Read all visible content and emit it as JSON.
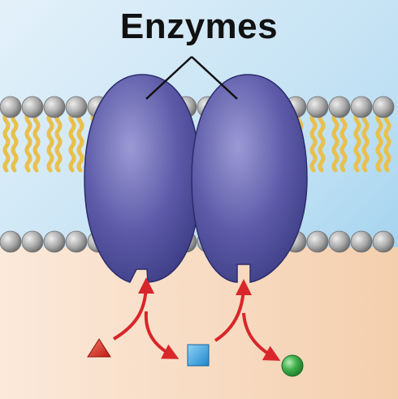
{
  "title": "Enzymes",
  "membrane": {
    "lipid_color": "#e9c04c",
    "head_color": "#9c9c9c"
  },
  "enzymes": {
    "count": 2,
    "color": "#5a5aa6"
  },
  "background": {
    "outside_color": "#aed6ee",
    "inside_color": "#f6d7bb"
  },
  "pathway": [
    {
      "shape": "triangle",
      "color": "#e0261f"
    },
    {
      "shape": "square",
      "color": "#3aa6e6"
    },
    {
      "shape": "circle",
      "color": "#3fb04c"
    }
  ],
  "arrow_color": "#d8262a"
}
